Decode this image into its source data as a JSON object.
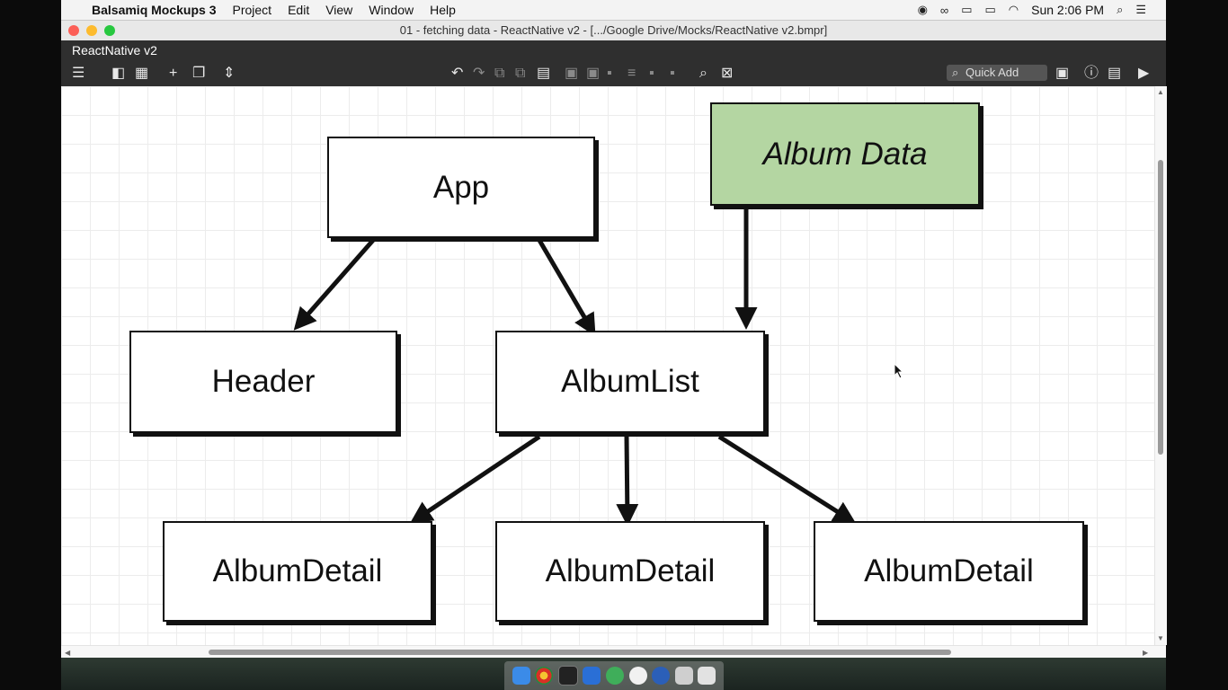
{
  "menubar": {
    "apple_icon": "apple-icon",
    "app_name": "Balsamiq Mockups 3",
    "menus": [
      "Project",
      "Edit",
      "View",
      "Window",
      "Help"
    ],
    "clock": "Sun 2:06 PM"
  },
  "window": {
    "title": "01 - fetching data - ReactNative v2 - [.../Google Drive/Mocks/ReactNative v2.bmpr]",
    "project_name": "ReactNative v2",
    "quick_add_placeholder": "Quick Add"
  },
  "diagram": {
    "nodes": [
      {
        "id": "app",
        "label": "App"
      },
      {
        "id": "album-data",
        "label": "Album Data",
        "color": "#b4d6a2"
      },
      {
        "id": "header",
        "label": "Header"
      },
      {
        "id": "album-list",
        "label": "AlbumList"
      },
      {
        "id": "album-detail-1",
        "label": "AlbumDetail"
      },
      {
        "id": "album-detail-2",
        "label": "AlbumDetail"
      },
      {
        "id": "album-detail-3",
        "label": "AlbumDetail"
      }
    ],
    "edges": [
      {
        "from": "app",
        "to": "header"
      },
      {
        "from": "app",
        "to": "album-list"
      },
      {
        "from": "album-data",
        "to": "album-list"
      },
      {
        "from": "album-list",
        "to": "album-detail-1"
      },
      {
        "from": "album-list",
        "to": "album-detail-2"
      },
      {
        "from": "album-list",
        "to": "album-detail-3"
      }
    ]
  },
  "colors": {
    "toolbar_bg": "#2f2f2f",
    "canvas_bg": "#ffffff",
    "data_node_fill": "#b4d6a2"
  }
}
